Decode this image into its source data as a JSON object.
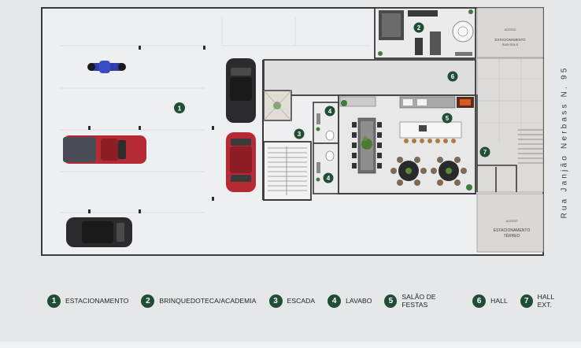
{
  "street_name": "Rua Janjão Nerbass N. 95",
  "zones": {
    "estacionamento_subsolo": [
      "ACESSO",
      "ESTACIONAMENTO",
      "SUB SOLO"
    ],
    "estacionamento_terreo": [
      "ACESSO",
      "ESTACIONAMENTO",
      "TÉRREO"
    ]
  },
  "markers": [
    "1",
    "2",
    "3",
    "4",
    "4",
    "5",
    "6",
    "7"
  ],
  "legend": [
    {
      "number": "1",
      "label": "ESTACIONAMENTO"
    },
    {
      "number": "2",
      "label": "BRINQUEDOTECA/ACADEMIA"
    },
    {
      "number": "3",
      "label": "ESCADA"
    },
    {
      "number": "4",
      "label": "LAVABO"
    },
    {
      "number": "5",
      "label": "SALÃO DE FESTAS"
    },
    {
      "number": "6",
      "label": "HALL"
    },
    {
      "number": "7",
      "label": "HALL EXT."
    }
  ],
  "colors": {
    "marker": "#1f4e34",
    "wall": "#3a3a3a",
    "floor": "#eeeff1",
    "pavement": "#d9d8d4",
    "red_car": "#b52a33",
    "dark_car": "#2b2b2d",
    "blue_moto": "#2f3ea8"
  }
}
